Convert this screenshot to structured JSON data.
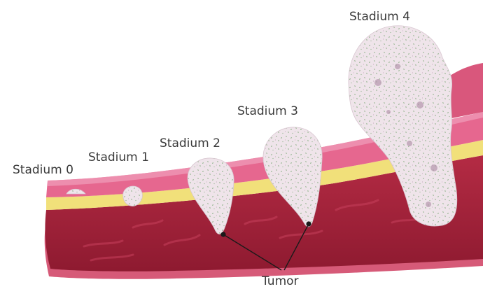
{
  "diagram": {
    "stage_labels": [
      "Stadium 0",
      "Stadium 1",
      "Stadium 2",
      "Stadium 3",
      "Stadium 4"
    ],
    "tumor_label": "Tumor"
  },
  "colors": {
    "mucosa": "#e6678f",
    "mucosa_light": "#f0a0ba",
    "submucosa_yellow": "#f1e07a",
    "muscle": "#a8243a",
    "muscle_dark": "#7e1628",
    "serosa": "#d65a78",
    "tumor_fill": "#efe4ea",
    "tumor_dots": "#8fb28a",
    "tumor_spots": "#b597ad"
  }
}
